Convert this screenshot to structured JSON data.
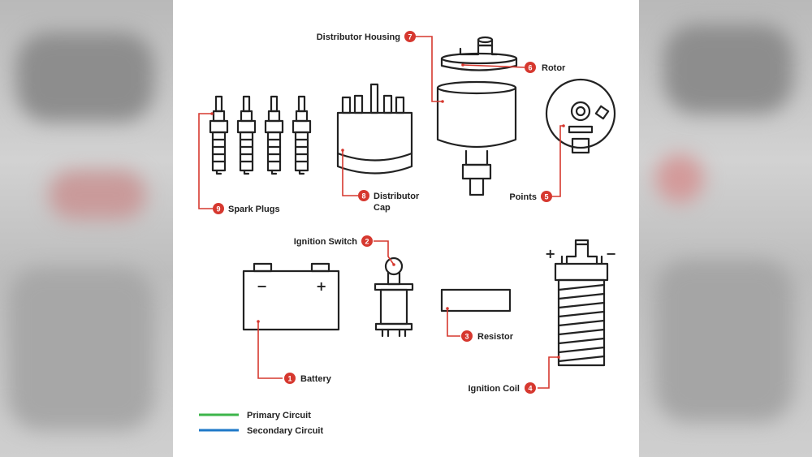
{
  "colors": {
    "line": "#222222",
    "leader": "#d6382f",
    "badge": "#d6382f",
    "primary": "#3cb54a",
    "secondary": "#1e78c8"
  },
  "components": [
    {
      "num": "1",
      "label": "Battery"
    },
    {
      "num": "2",
      "label": "Ignition Switch"
    },
    {
      "num": "3",
      "label": "Resistor"
    },
    {
      "num": "4",
      "label": "Ignition Coil"
    },
    {
      "num": "5",
      "label": "Points"
    },
    {
      "num": "6",
      "label": "Rotor"
    },
    {
      "num": "7",
      "label": "Distributor Housing"
    },
    {
      "num": "8",
      "label_line1": "Distributor",
      "label_line2": "Cap"
    },
    {
      "num": "9",
      "label": "Spark Plugs"
    }
  ],
  "polarity": {
    "negative": "−",
    "positive": "+"
  },
  "legend": {
    "primary": "Primary Circuit",
    "secondary": "Secondary Circuit"
  }
}
